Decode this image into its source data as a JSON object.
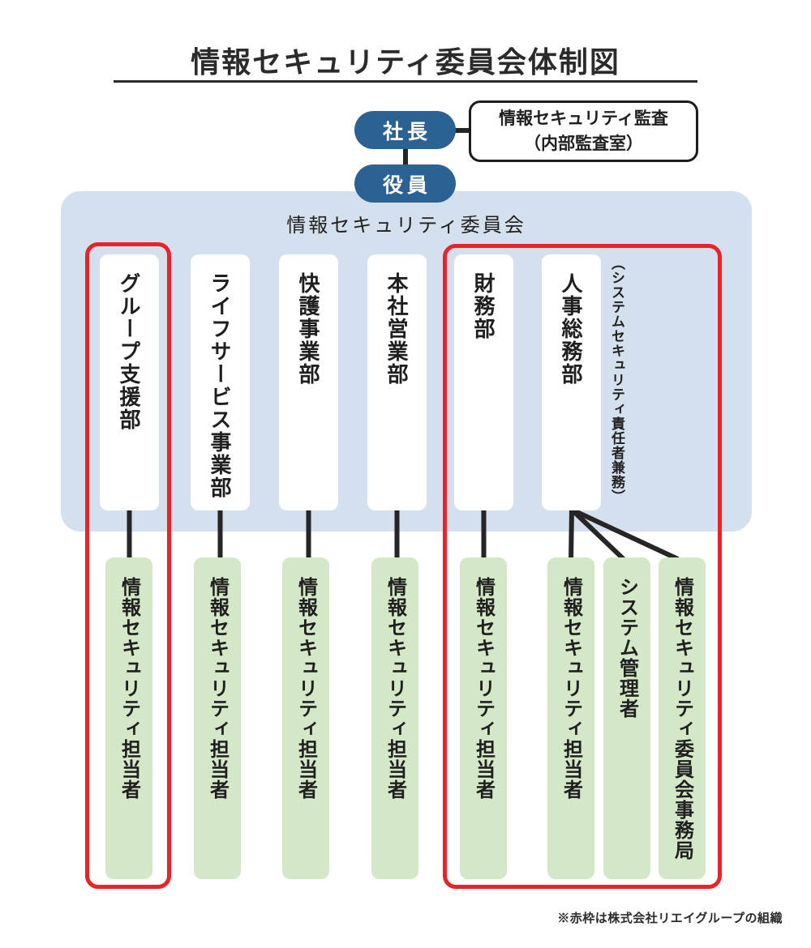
{
  "page": {
    "title": "情報セキュリティ委員会体制図",
    "footnote": "※赤枠は株式会社リエイグループの組織"
  },
  "top_nodes": {
    "president": "社長",
    "executives": "役員",
    "audit_line1": "情報セキュリティ監査",
    "audit_line2": "（内部監査室）"
  },
  "committee": {
    "label": "情報セキュリティ委員会"
  },
  "departments": [
    {
      "label": "グループ支援部"
    },
    {
      "label": "ライフサービス事業部"
    },
    {
      "label": "快護事業部"
    },
    {
      "label": "本社営業部"
    },
    {
      "label": "財務部"
    },
    {
      "label": "人事総務部"
    }
  ],
  "hr_dept_note": "（システムセキュリティ責任者兼務）",
  "staff": [
    {
      "label": "情報セキュリティ担当者"
    },
    {
      "label": "情報セキュリティ担当者"
    },
    {
      "label": "情報セキュリティ担当者"
    },
    {
      "label": "情報セキュリティ担当者"
    },
    {
      "label": "情報セキュリティ担当者"
    },
    {
      "label": "情報セキュリティ担当者"
    },
    {
      "label": "システム管理者"
    },
    {
      "label": "情報セキュリティ委員会事務局"
    }
  ],
  "legend": {
    "red_frame_meaning": "株式会社リエイグループの組織"
  },
  "colors": {
    "node_blue": "#2c6193",
    "panel_blue": "#d4e0ed",
    "staff_green": "#d4e7c7",
    "frame_red": "#e8242b",
    "line_dark": "#262626",
    "text_dark": "#1f1f1f"
  }
}
